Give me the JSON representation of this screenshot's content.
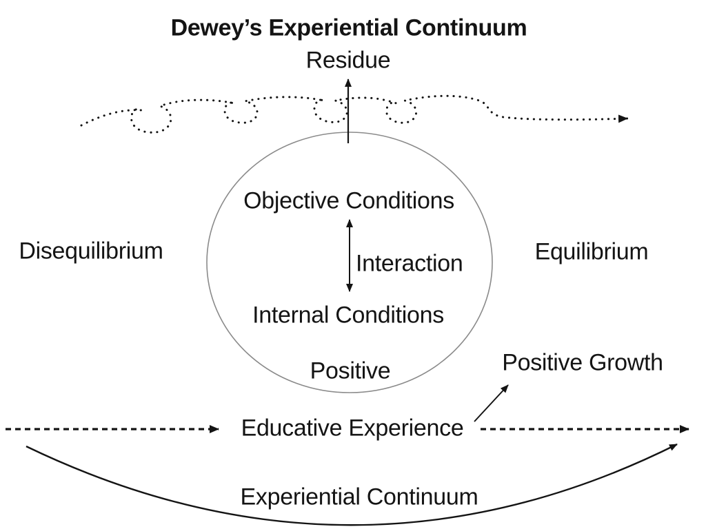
{
  "title": "Dewey’s Experiential Continuum",
  "labels": {
    "residue": "Residue",
    "objective_conditions": "Objective Conditions",
    "interaction": "Interaction",
    "internal_conditions": "Internal Conditions",
    "positive": "Positive",
    "disequilibrium": "Disequilibrium",
    "equilibrium": "Equilibrium",
    "positive_growth": "Positive Growth",
    "educative_experience": "Educative Experience",
    "experiential_continuum": "Experiential Continuum"
  },
  "colors": {
    "text": "#141414",
    "line": "#141414",
    "circle_stroke": "#8a8a8a",
    "background": "#ffffff"
  }
}
